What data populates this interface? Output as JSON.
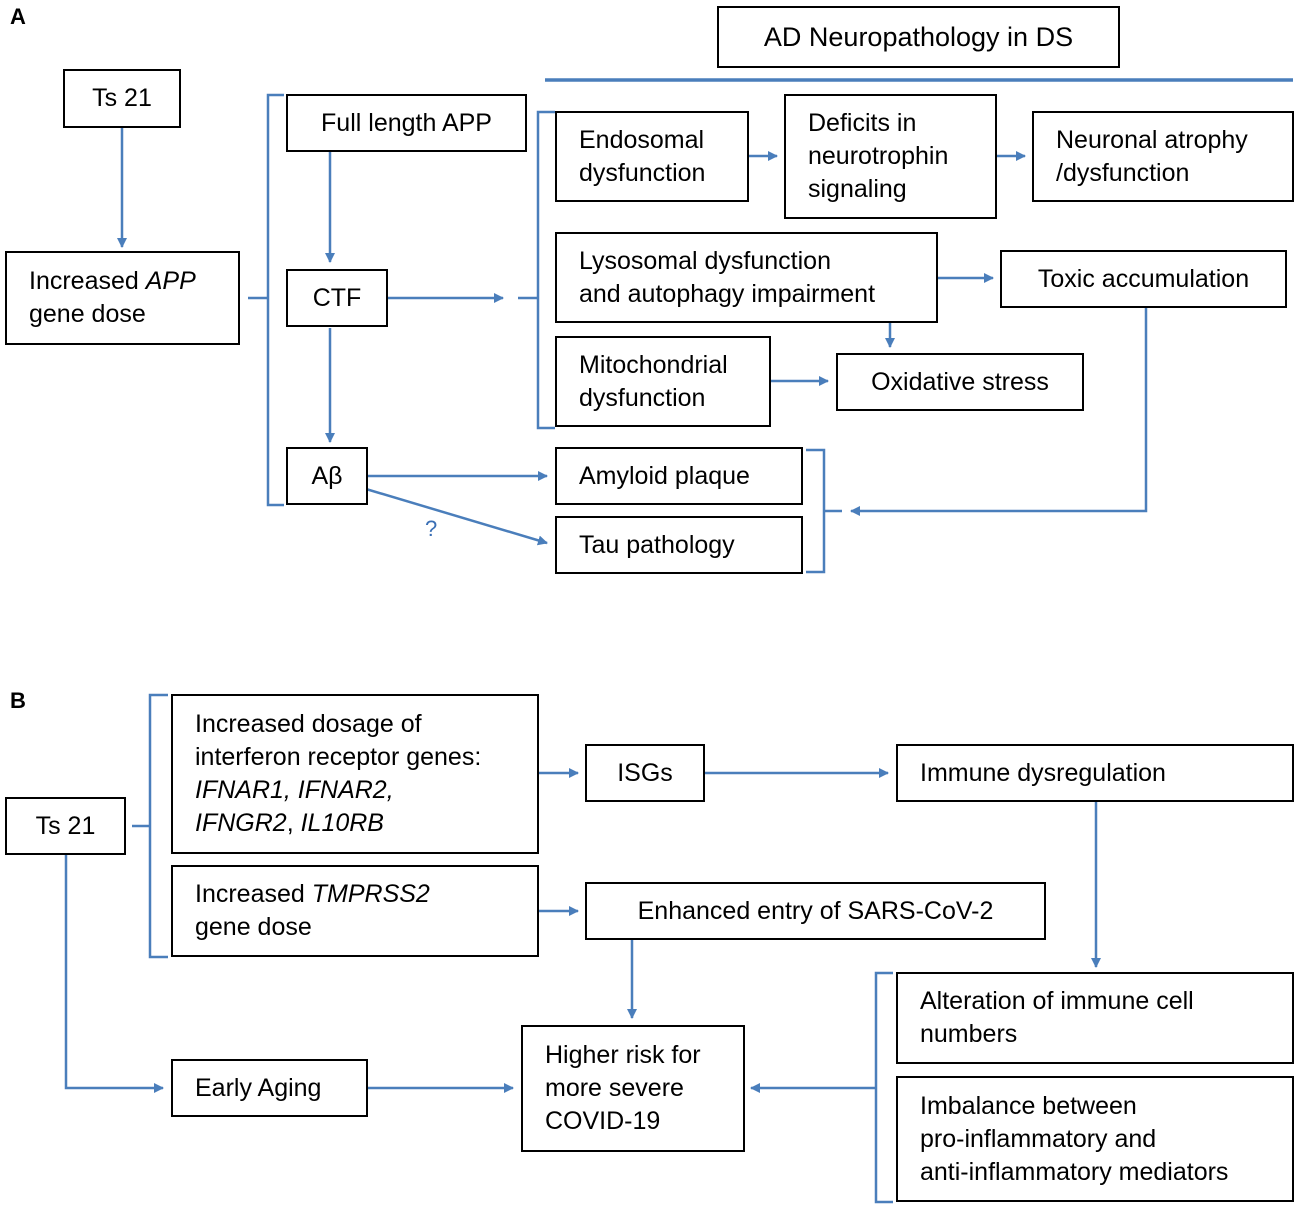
{
  "panels": {
    "a": {
      "label": "A",
      "header": "AD Neuropathology in DS",
      "ts21": "Ts 21",
      "increased_app": {
        "prefix": "Increased ",
        "gene": "APP",
        "line2": "gene dose"
      },
      "full_length_app": "Full length APP",
      "ctf": "CTF",
      "abeta": "Aβ",
      "endosomal": [
        "Endosomal",
        "dysfunction"
      ],
      "neurotrophin": [
        "Deficits in",
        "neurotrophin",
        "signaling"
      ],
      "neuronal": [
        "Neuronal atrophy",
        "/dysfunction"
      ],
      "lysosomal": [
        "Lysosomal dysfunction",
        "and autophagy impairment"
      ],
      "toxic": "Toxic accumulation",
      "mitochondrial": [
        "Mitochondrial",
        "dysfunction"
      ],
      "oxidative": "Oxidative stress",
      "amyloid": "Amyloid plaque",
      "tau": "Tau pathology",
      "question": "?"
    },
    "b": {
      "label": "B",
      "ts21": "Ts 21",
      "interferon": {
        "line1": "Increased dosage of",
        "line2": "interferon receptor genes:",
        "line3": "IFNAR1, IFNAR2,",
        "line4a": "IFNGR2",
        "line4sep": ", ",
        "line4b": "IL10RB"
      },
      "isgs": "ISGs",
      "immune_dysregulation": "Immune dysregulation",
      "tmprss2": {
        "prefix": "Increased ",
        "gene": "TMPRSS2",
        "line2": "gene dose"
      },
      "enhanced_entry": "Enhanced entry of SARS-CoV-2",
      "alteration": [
        "Alteration of immune cell",
        "numbers"
      ],
      "early_aging": "Early Aging",
      "higher_risk": [
        "Higher risk for",
        "more severe",
        "COVID-19"
      ],
      "imbalance": [
        "Imbalance between",
        "pro-inflammatory and",
        "anti-inflammatory mediators"
      ]
    }
  },
  "colors": {
    "arrow": "#4a7ebb",
    "border": "#000000",
    "text": "#000000"
  }
}
